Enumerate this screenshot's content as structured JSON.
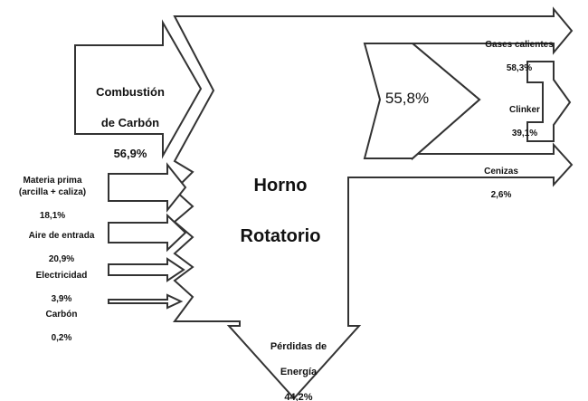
{
  "diagram": {
    "center": {
      "line1": "Horno",
      "line2": "Rotatorio"
    },
    "combustion": {
      "line1": "Combustión",
      "line2": "de Carbón",
      "value": "56,9%"
    },
    "inputs": [
      {
        "label": "Materia prima\n(arcilla + caliza)",
        "value": "18,1%"
      },
      {
        "label": "Aire de entrada",
        "value": "20,9%"
      },
      {
        "label": "Electricidad",
        "value": "3,9%"
      },
      {
        "label": "Carbón",
        "value": "0,2%"
      }
    ],
    "recovered": {
      "value": "55,8%"
    },
    "outputs": [
      {
        "label": "Gases calientes",
        "value": "58,3%"
      },
      {
        "label": "Clinker",
        "value": "39,1%"
      },
      {
        "label": "Cenizas",
        "value": "2,6%"
      }
    ],
    "losses": {
      "line1": "Pérdidas de",
      "line2": "Energía",
      "value": "44,2%"
    }
  },
  "colors": {
    "stroke": "#333333",
    "text": "#111111",
    "background": "#ffffff"
  }
}
